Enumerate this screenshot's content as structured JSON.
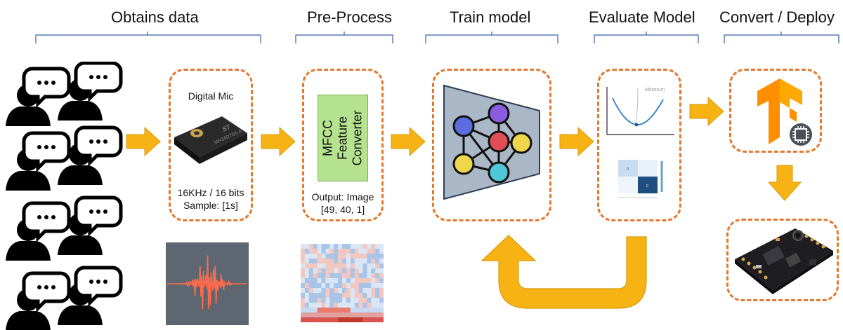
{
  "stages": {
    "obtain": "Obtains data",
    "preprocess": "Pre-Process",
    "train": "Train model",
    "evaluate": "Evaluate Model",
    "deploy": "Convert / Deploy"
  },
  "mic": {
    "title": "Digital Mic",
    "chip_text": "MP34DT05-A",
    "rate": "16KHz / 16 bits",
    "sample": "Sample: [1s]"
  },
  "mfcc": {
    "line1": "MFCC",
    "line2": "Feature",
    "line3": "Converter",
    "output1": "Output: Image",
    "output2": "[49, 40, 1]"
  },
  "evaluate": {
    "curve_label": "Minimum"
  },
  "colors": {
    "accent_orange": "#e2792f",
    "arrow_yellow": "#f7b314",
    "mfcc_green": "#b4e28e",
    "tf_orange": "#ff8f00"
  }
}
